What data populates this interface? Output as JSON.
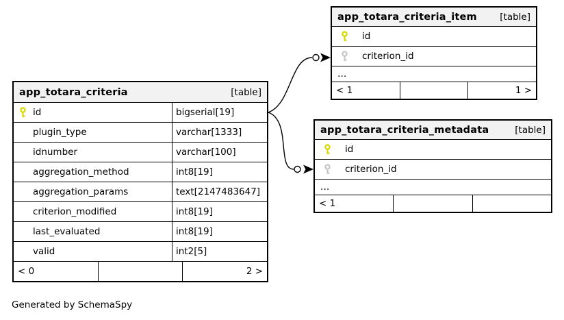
{
  "colors": {
    "header_bg": "#f2f2f2",
    "border": "#000000",
    "primary_key": "#d8d800",
    "foreign_key": "#c6c6c6",
    "bg": "#ffffff"
  },
  "generated_note": "Generated by SchemaSpy",
  "tables": [
    {
      "name": "app_totara_criteria",
      "badge": "[table]",
      "columns": [
        {
          "name": "id",
          "type": "bigserial[19]",
          "key": "primary"
        },
        {
          "name": "plugin_type",
          "type": "varchar[1333]",
          "key": ""
        },
        {
          "name": "idnumber",
          "type": "varchar[100]",
          "key": ""
        },
        {
          "name": "aggregation_method",
          "type": "int8[19]",
          "key": ""
        },
        {
          "name": "aggregation_params",
          "type": "text[2147483647]",
          "key": ""
        },
        {
          "name": "criterion_modified",
          "type": "int8[19]",
          "key": ""
        },
        {
          "name": "last_evaluated",
          "type": "int8[19]",
          "key": ""
        },
        {
          "name": "valid",
          "type": "int2[5]",
          "key": ""
        }
      ],
      "stats": {
        "parents": "< 0",
        "middle": "",
        "children": "2 >"
      }
    },
    {
      "name": "app_totara_criteria_item",
      "badge": "[table]",
      "columns": [
        {
          "name": "id",
          "key": "primary"
        },
        {
          "name": "criterion_id",
          "key": "foreign"
        }
      ],
      "truncated": "...",
      "stats": {
        "parents": "< 1",
        "middle": "",
        "children": "1 >"
      }
    },
    {
      "name": "app_totara_criteria_metadata",
      "badge": "[table]",
      "columns": [
        {
          "name": "id",
          "key": "primary"
        },
        {
          "name": "criterion_id",
          "key": "foreign"
        }
      ],
      "truncated": "...",
      "stats": {
        "parents": "< 1",
        "middle": "",
        "children": ""
      }
    }
  ],
  "relationships": [
    {
      "from": "app_totara_criteria.id",
      "to": "app_totara_criteria_item.criterion_id"
    },
    {
      "from": "app_totara_criteria.id",
      "to": "app_totara_criteria_metadata.criterion_id"
    }
  ]
}
